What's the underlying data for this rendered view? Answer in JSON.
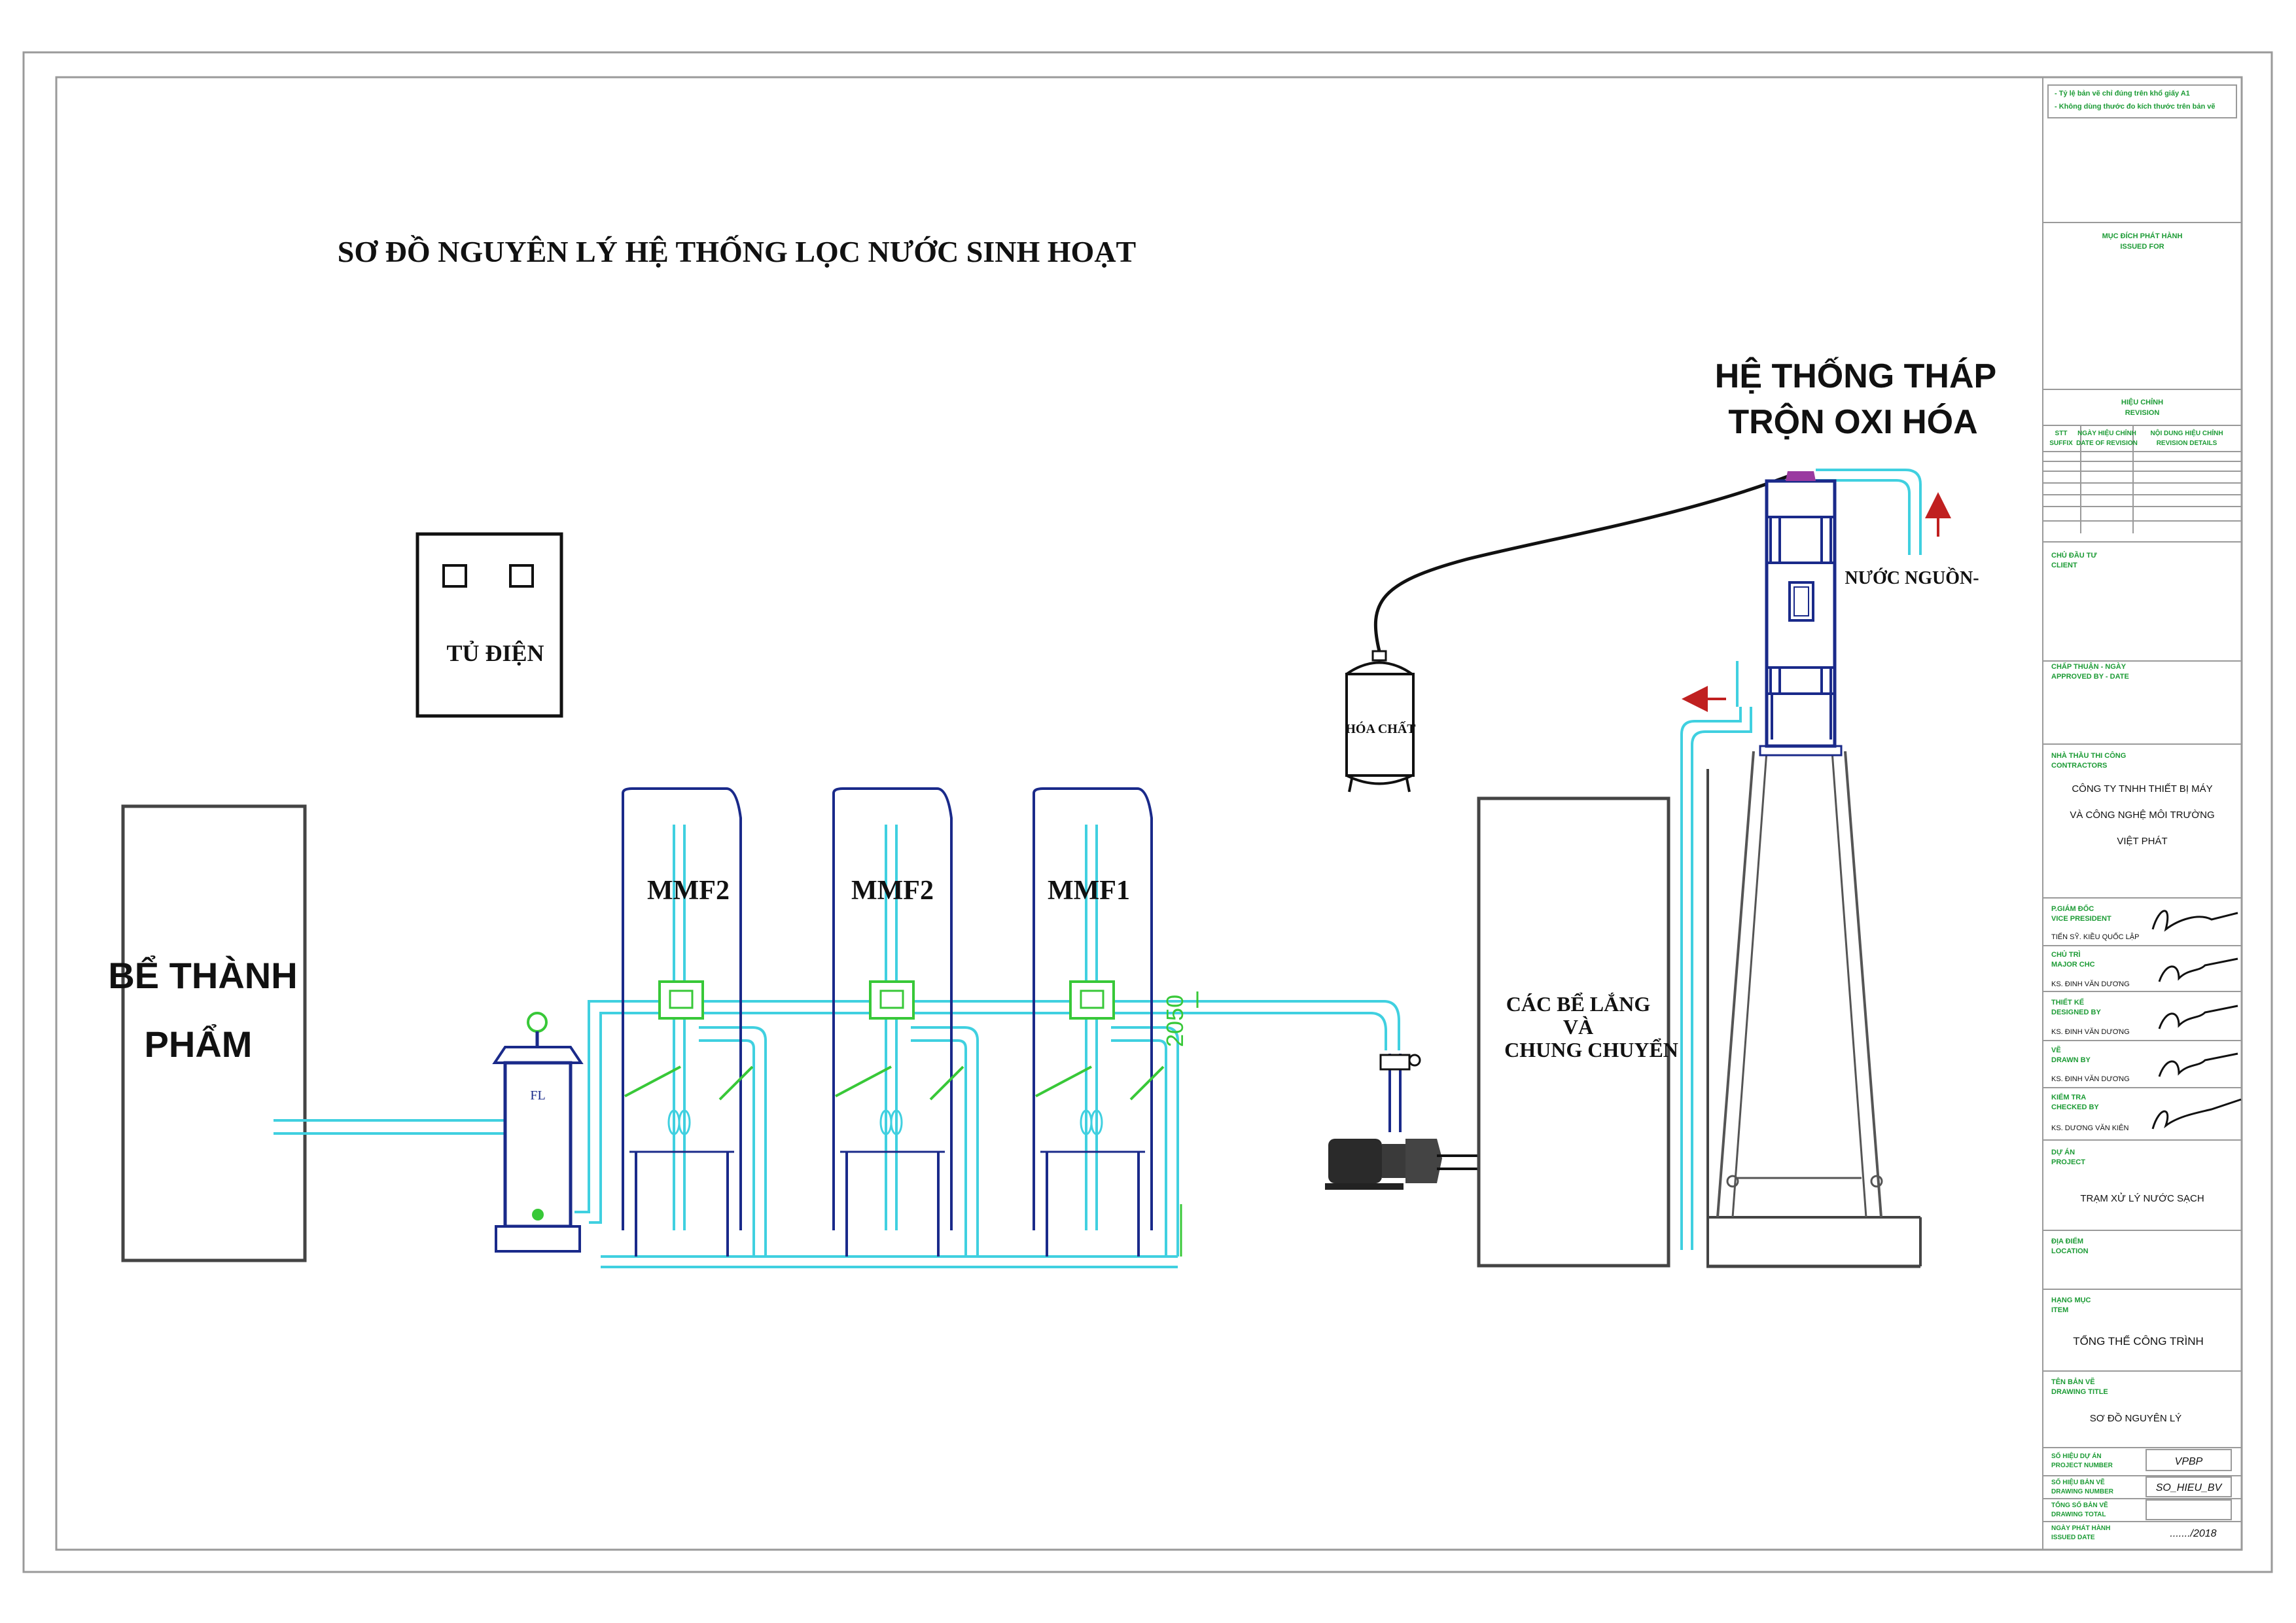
{
  "diagram": {
    "title": "SƠ ĐỒ NGUYÊN LÝ HỆ THỐNG LỌC NƯỚC SINH HOẠT",
    "labels": {
      "tank_product_l1": "BỂ THÀNH",
      "tank_product_l2": "PHẨM",
      "panel": "TỦ ĐIỆN",
      "cartridge": "FL",
      "mmf_a": "MMF2",
      "mmf_b": "MMF2",
      "mmf_c": "MMF1",
      "dimension": "2050",
      "chemical": "HÓA CHẤT",
      "settling_l1": "CÁC BỂ LẮNG",
      "settling_l2": "VÀ",
      "settling_l3": "CHUNG CHUYỂN",
      "tower_l1": "HỆ THỐNG THÁP",
      "tower_l2": "TRỘN OXI HÓA",
      "source": "NƯỚC NGUỒN-"
    },
    "colors": {
      "pipe": "#40d0e0",
      "vessel": "#1a2a8a",
      "valve": "#38c838",
      "flow_arrow": "#c02020",
      "frame": "#9a9a9a"
    }
  },
  "title_block": {
    "notes": [
      "- Tỷ lệ bản vẽ chỉ đúng trên khổ giấy A1",
      "- Không dùng thước đo kích thước trên bản vẽ"
    ],
    "issued_for_l1": "MỤC ĐÍCH PHÁT HÀNH",
    "issued_for_l2": "ISSUED FOR",
    "revision_l1": "HIỆU CHỈNH",
    "revision_l2": "REVISION",
    "rev_col1_l1": "STT",
    "rev_col1_l2": "SUFFIX",
    "rev_col2_l1": "NGÀY HIỆU CHỈNH",
    "rev_col2_l2": "DATE OF REVISION",
    "rev_col3_l1": "NỘI DUNG HIỆU CHỈNH",
    "rev_col3_l2": "REVISION DETAILS",
    "client_l1": "CHỦ ĐẦU TƯ",
    "client_l2": "CLIENT",
    "approved_l1": "CHẤP THUẬN - NGÀY",
    "approved_l2": "APPROVED BY - DATE",
    "contractor_l1": "NHÀ THẦU THI CÔNG",
    "contractor_l2": "CONTRACTORS",
    "company_l1": "CÔNG TY TNHH THIẾT BỊ MÁY",
    "company_l2": "VÀ CÔNG NGHỆ MÔI TRƯỜNG",
    "company_l3": "VIỆT PHÁT",
    "vp_l1": "P.GIÁM ĐỐC",
    "vp_l2": "VICE PRESIDENT",
    "vp_name": "TIẾN SỸ. KIỀU QUỐC LẬP",
    "major_l1": "CHỦ TRÌ",
    "major_l2": "MAJOR CHC",
    "major_name": "KS. ĐINH VĂN DƯƠNG",
    "design_l1": "THIẾT KẾ",
    "design_l2": "DESIGNED BY",
    "design_name": "KS. ĐINH VĂN DƯƠNG",
    "drawn_l1": "VẼ",
    "drawn_l2": "DRAWN BY",
    "drawn_name": "KS. ĐINH VĂN DƯƠNG",
    "check_l1": "KIỂM TRA",
    "check_l2": "CHECKED BY",
    "check_name": "KS. DƯƠNG VĂN KIÊN",
    "project_l1": "DỰ ÁN",
    "project_l2": "PROJECT",
    "project_value": "TRẠM XỬ LÝ NƯỚC SẠCH",
    "location_l1": "ĐỊA ĐIỂM",
    "location_l2": "LOCATION",
    "item_l1": "HẠNG MỤC",
    "item_l2": "ITEM",
    "item_value": "TỔNG THỂ CÔNG TRÌNH",
    "dtitle_l1": "TÊN BẢN VẼ",
    "dtitle_l2": "DRAWING TITLE",
    "dtitle_value": "SƠ ĐỒ NGUYÊN LÝ",
    "pnum_l1": "SỐ HIỆU DỰ ÁN",
    "pnum_l2": "PROJECT NUMBER",
    "pnum_value": "VPBP",
    "dnum_l1": "SỐ HIỆU BẢN VẼ",
    "dnum_l2": "DRAWING NUMBER",
    "dnum_value": "SO_HIEU_BV",
    "total_l1": "TỔNG SỐ BẢN VẼ",
    "total_l2": "DRAWING TOTAL",
    "date_l1": "NGÀY PHÁT HÀNH",
    "date_l2": "ISSUED DATE",
    "date_value": "......./2018"
  }
}
